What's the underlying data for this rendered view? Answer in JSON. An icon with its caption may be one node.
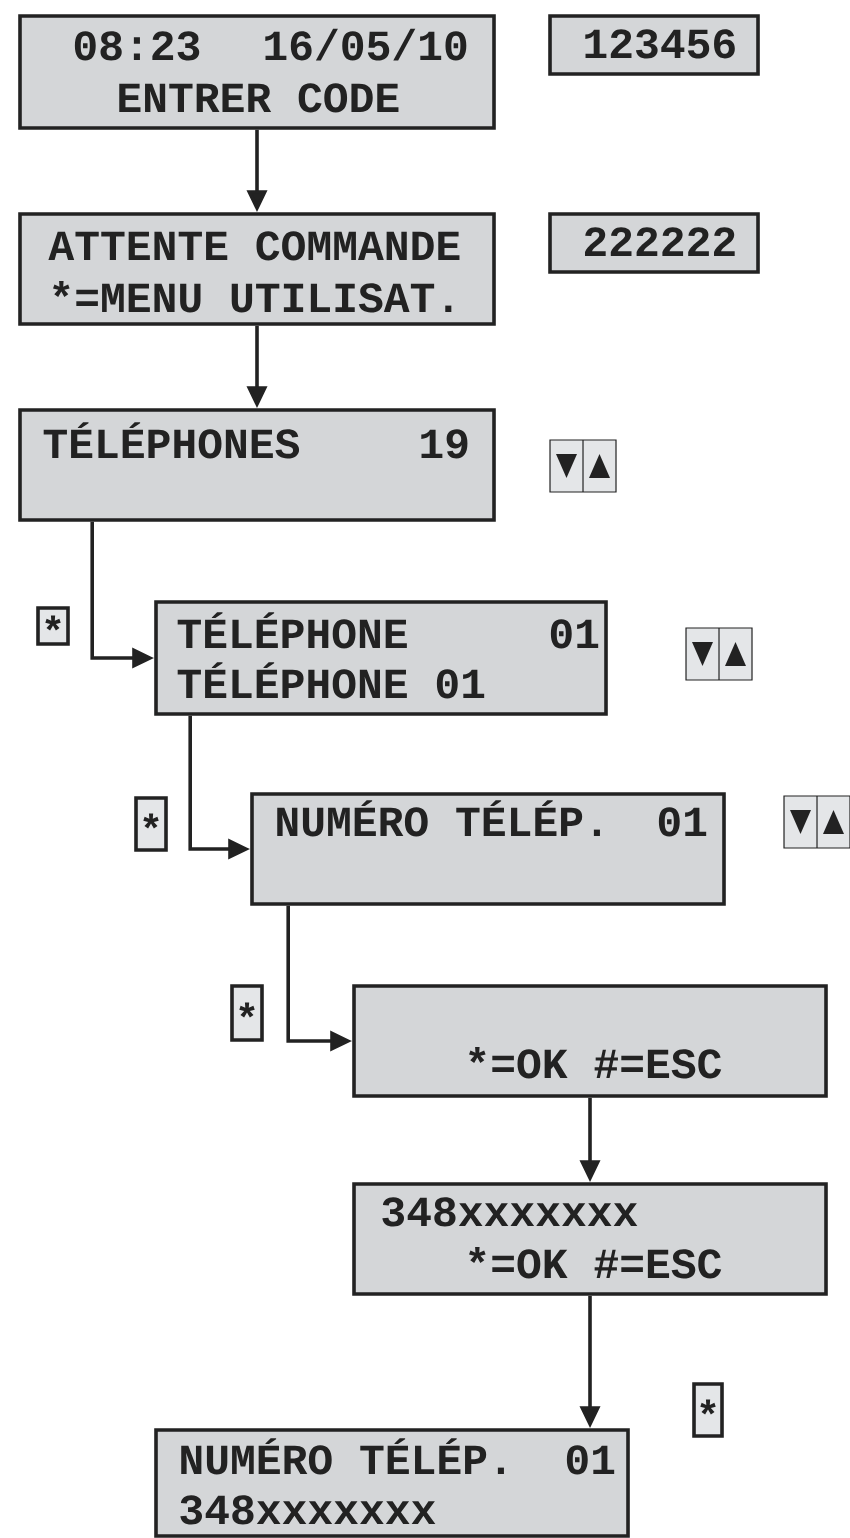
{
  "diagram": {
    "nodes": [
      {
        "text": [
          "08:23",
          "16/05/10",
          "ENTRER CODE"
        ]
      },
      {
        "text": [
          "123456"
        ]
      },
      {
        "text": [
          "ATTENTE COMMANDE",
          "*=MENU UTILISAT."
        ]
      },
      {
        "text": [
          "222222"
        ]
      },
      {
        "text": [
          "TÉLÉPHONES",
          "19"
        ]
      },
      {
        "text": [
          "*"
        ]
      },
      {
        "text": [
          "TÉLÉPHONE",
          "01",
          "TÉLÉPHONE 01"
        ]
      },
      {
        "text": [
          "*"
        ]
      },
      {
        "text": [
          "NUMÉRO TÉLÉP.",
          "01"
        ]
      },
      {
        "text": [
          "*"
        ]
      },
      {
        "text": [
          "*=OK #=ESC"
        ]
      },
      {
        "text": [
          "348xxxxxxx",
          "*=OK #=ESC"
        ]
      },
      {
        "text": [
          "*"
        ]
      },
      {
        "text": [
          "NUMÉRO TÉLÉP.",
          "01",
          "348xxxxxxx"
        ]
      }
    ],
    "edges": [
      {
        "from": 0,
        "to": 2,
        "arrow": "to"
      },
      {
        "from": 2,
        "to": 4,
        "arrow": "to"
      },
      {
        "from": 4,
        "to": 6,
        "arrow": "to"
      },
      {
        "from": 6,
        "to": 8,
        "arrow": "to"
      },
      {
        "from": 8,
        "to": 10,
        "arrow": "to"
      },
      {
        "from": 10,
        "to": 11,
        "arrow": "to"
      },
      {
        "from": 11,
        "to": 13,
        "arrow": "to"
      }
    ]
  }
}
